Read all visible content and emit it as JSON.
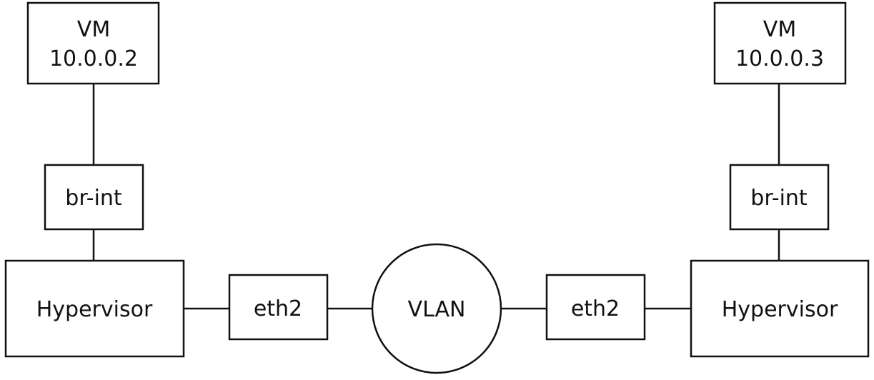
{
  "nodes": {
    "vm_left": {
      "line1": "VM",
      "line2": "10.0.0.2"
    },
    "vm_right": {
      "line1": "VM",
      "line2": "10.0.0.3"
    },
    "bridge_left": {
      "label": "br-int"
    },
    "bridge_right": {
      "label": "br-int"
    },
    "hypervisor_left": {
      "label": "Hypervisor"
    },
    "hypervisor_right": {
      "label": "Hypervisor"
    },
    "nic_left": {
      "label": "eth2"
    },
    "nic_right": {
      "label": "eth2"
    },
    "vlan": {
      "label": "VLAN"
    }
  }
}
